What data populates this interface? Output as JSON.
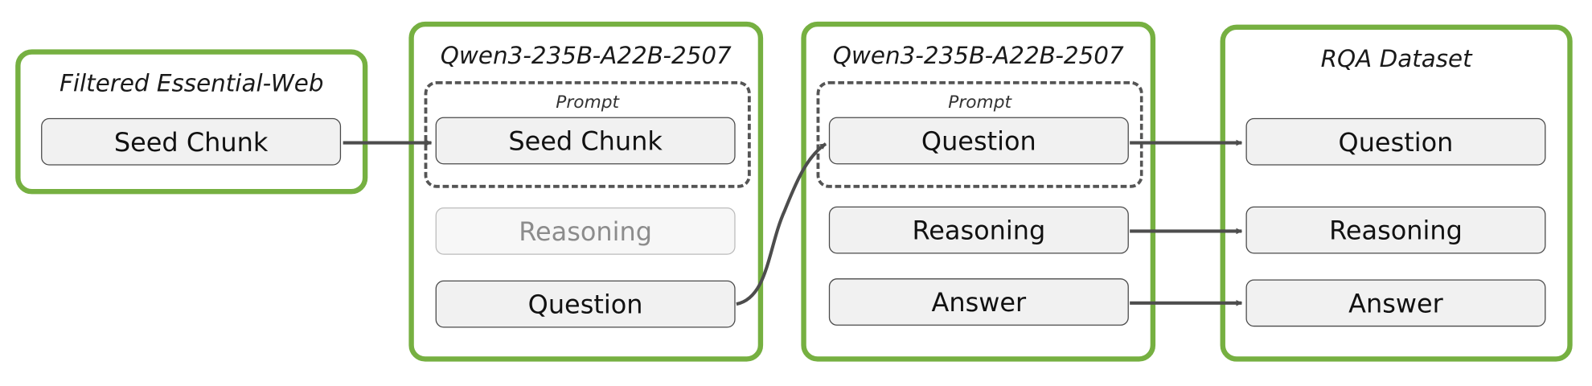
{
  "panels": {
    "source": {
      "title": "Filtered Essential-Web",
      "node": "Seed Chunk"
    },
    "question_gen": {
      "title": "Qwen3-235B-A22B-2507",
      "prompt_label": "Prompt",
      "prompt_node": "Seed Chunk",
      "reasoning": "Reasoning",
      "question": "Question"
    },
    "answer_gen": {
      "title": "Qwen3-235B-A22B-2507",
      "prompt_label": "Prompt",
      "prompt_node": "Question",
      "reasoning": "Reasoning",
      "answer": "Answer"
    },
    "dataset": {
      "title": "RQA Dataset",
      "question": "Question",
      "reasoning": "Reasoning",
      "answer": "Answer"
    }
  },
  "colors": {
    "panel_border": "#76b041",
    "arrow": "#4d4d4d",
    "node_fill": "#f1f1f1",
    "faded_text": "#8c8c8c"
  }
}
